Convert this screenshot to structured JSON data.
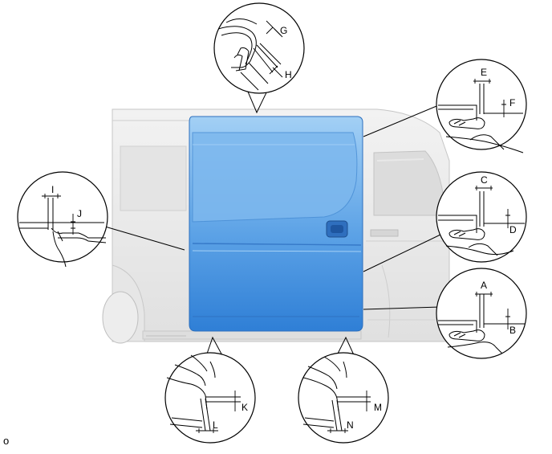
{
  "figure_id": "o",
  "callouts": {
    "top": {
      "upper": "G",
      "lower": "H"
    },
    "upper_right": {
      "horizontal": "E",
      "vertical": "F"
    },
    "mid_right": {
      "horizontal": "C",
      "vertical": "D"
    },
    "lower_right": {
      "horizontal": "A",
      "vertical": "B"
    },
    "left": {
      "horizontal": "I",
      "vertical": "J"
    },
    "bottom_left": {
      "vertical": "K",
      "horizontal": "L"
    },
    "bottom_right": {
      "vertical": "M",
      "horizontal": "N"
    }
  },
  "colors": {
    "door_light": "#8fc4f0",
    "door_dark": "#3a86d8",
    "vehicle_body": "#e9e9e9",
    "vehicle_line": "#bdbdbd",
    "line": "#000000"
  }
}
